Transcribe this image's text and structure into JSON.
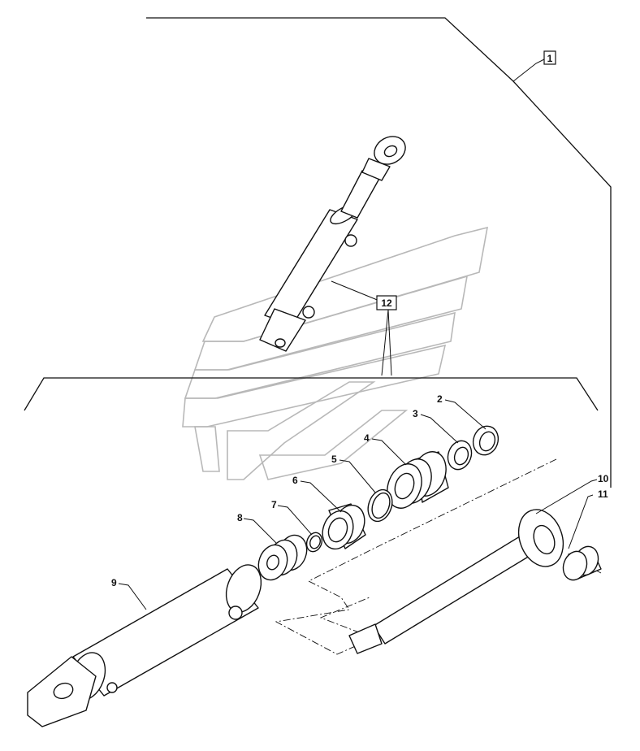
{
  "callouts": {
    "c1": "1",
    "c2": "2",
    "c3": "3",
    "c4": "4",
    "c5": "5",
    "c6": "6",
    "c7": "7",
    "c8": "8",
    "c9": "9",
    "c10": "10",
    "c11": "11",
    "c12": "12"
  },
  "colors": {
    "ink": "#111111",
    "watermark": "#b8b8b8",
    "background": "#ffffff"
  }
}
